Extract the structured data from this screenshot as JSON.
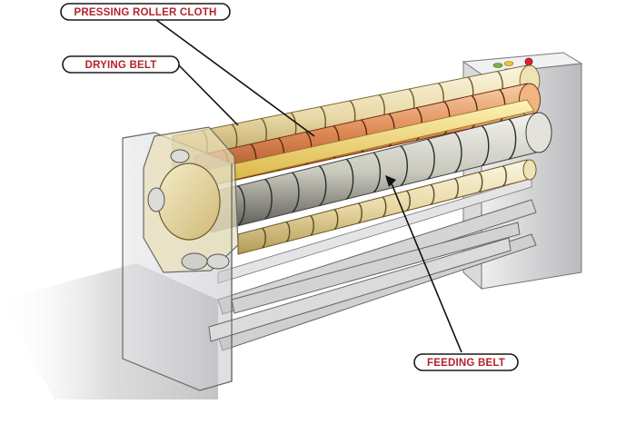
{
  "diagram": {
    "labels": {
      "pressing_roller_cloth": "PRESSING ROLLER CLOTH",
      "drying_belt": "DRYING BELT",
      "feeding_belt": "FEEDING BELT"
    },
    "colors": {
      "label_text": "#b3242b",
      "frame_gray": "#c9cacc",
      "drying_belt": "#e8dcb8",
      "pressing_roller": "#e08a55",
      "feeding_belt": "#d8d8d0",
      "control_button_red": "#d8242b",
      "control_button_yellow": "#f2c230"
    },
    "machine": {
      "name": "flatwork-ironer",
      "roller_segments": 12
    }
  }
}
